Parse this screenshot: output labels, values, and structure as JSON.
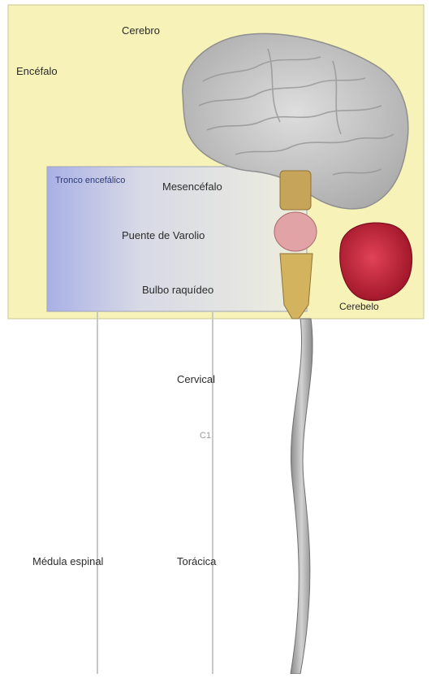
{
  "figure": {
    "labels": {
      "top": "Cerebro",
      "left_top": "Encéfalo",
      "box_header": "Tronco encefálico",
      "midbrain": "Mesencéfalo",
      "pons": "Puente de Varolio",
      "medulla": "Bulbo raquídeo",
      "cerebellum": "Cerebelo",
      "cervical": "Cervical",
      "c1": "C1",
      "spinal_cord": "Médula espinal",
      "thoracic": "Torácica"
    },
    "colors": {
      "background_panel": "#f6f2b8",
      "brainstem_box": "#c9cde3",
      "brain": "#c9c9c9",
      "midbrain": "#c6a45a",
      "pons": "#e2a3a6",
      "medulla": "#d3b35e",
      "cerebellum": "#c9283e",
      "spinal_cord": "#9a9a9a"
    }
  }
}
